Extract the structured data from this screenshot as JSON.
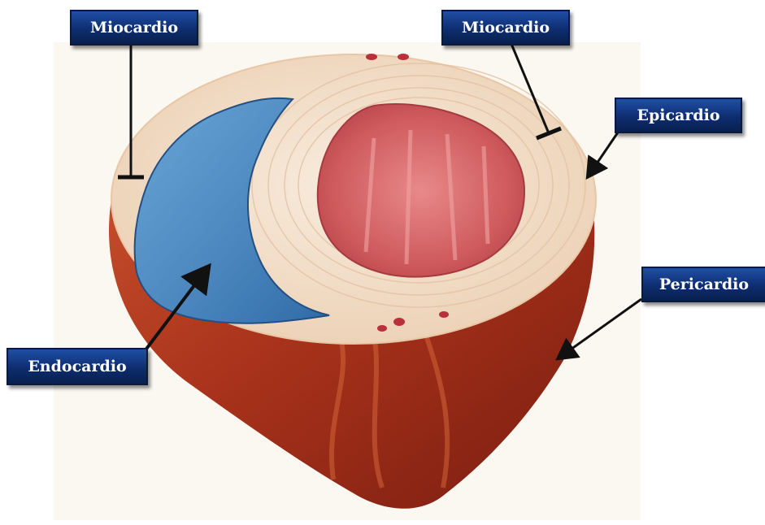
{
  "labels": {
    "myocardium_left": "Miocardio",
    "myocardium_right": "Miocardio",
    "epicardium": "Epicardio",
    "pericardium": "Pericardio",
    "endocardium": "Endocardio"
  },
  "colors": {
    "label_bg": "#0e2d6f",
    "label_text": "#ffffff",
    "outer_wall": "#a8321b",
    "myocardium": "#f4e0cc",
    "right_ventricle": "#4f8fc6",
    "left_ventricle": "#d05a5c",
    "pointer": "#111111"
  }
}
